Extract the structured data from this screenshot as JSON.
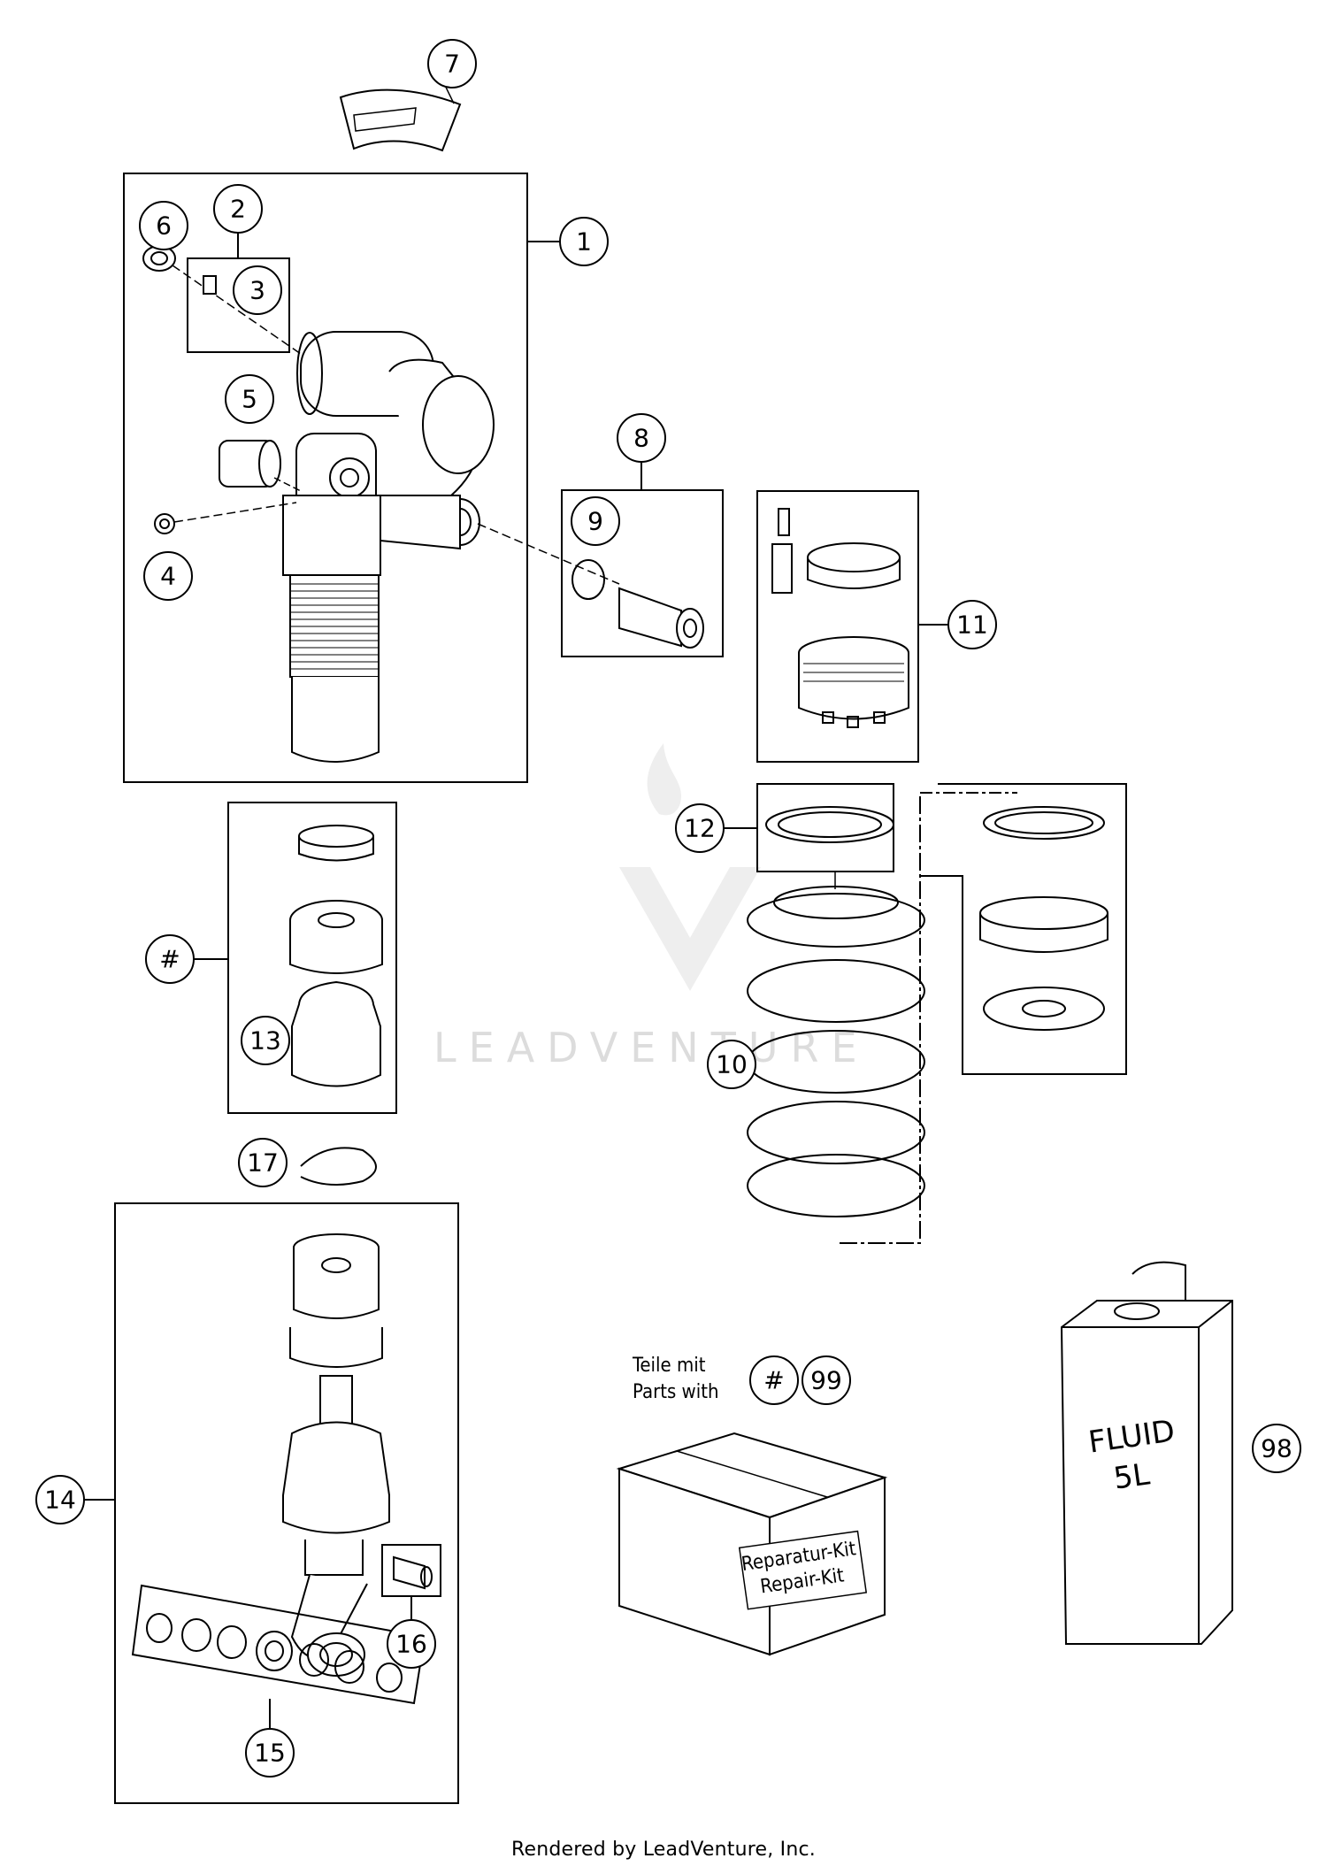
{
  "callouts": {
    "c1": "1",
    "c2": "2",
    "c3": "3",
    "c4": "4",
    "c5": "5",
    "c6": "6",
    "c7": "7",
    "c8": "8",
    "c9": "9",
    "c10": "10",
    "c11": "11",
    "c12": "12",
    "c13": "13",
    "c14": "14",
    "c15": "15",
    "c16": "16",
    "c17": "17",
    "c98": "98",
    "c99": "99",
    "hash1": "#",
    "hash2": "#"
  },
  "kit_note": {
    "line1": "Teile mit",
    "line2": "Parts with"
  },
  "kit_box": {
    "line1": "Reparatur-Kit",
    "line2": "Repair-Kit"
  },
  "fluid_can": {
    "line1": "FLUID",
    "line2": "5L"
  },
  "watermark": {
    "text": "LEADVENTURE"
  },
  "footer": {
    "text": "Rendered by LeadVenture, Inc."
  }
}
